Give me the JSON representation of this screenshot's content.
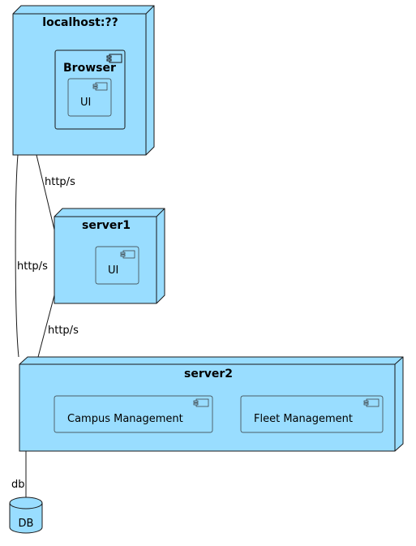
{
  "colors": {
    "node_fill": "#99ddff",
    "stroke": "#181818"
  },
  "nodes": {
    "localhost": {
      "title": "localhost:??"
    },
    "browser": {
      "title": "Browser",
      "component": "UI"
    },
    "server1": {
      "title": "server1",
      "component": "UI"
    },
    "server2": {
      "title": "server2",
      "components": [
        "Campus Management",
        "Fleet Management"
      ]
    },
    "db": {
      "label": "DB"
    }
  },
  "edges": {
    "localhost_server1": "http/s",
    "localhost_server2": "http/s",
    "server1_server2": "http/s",
    "server2_db": "db"
  },
  "icons": [
    "component-icon",
    "node-3d-box",
    "database-cylinder"
  ]
}
